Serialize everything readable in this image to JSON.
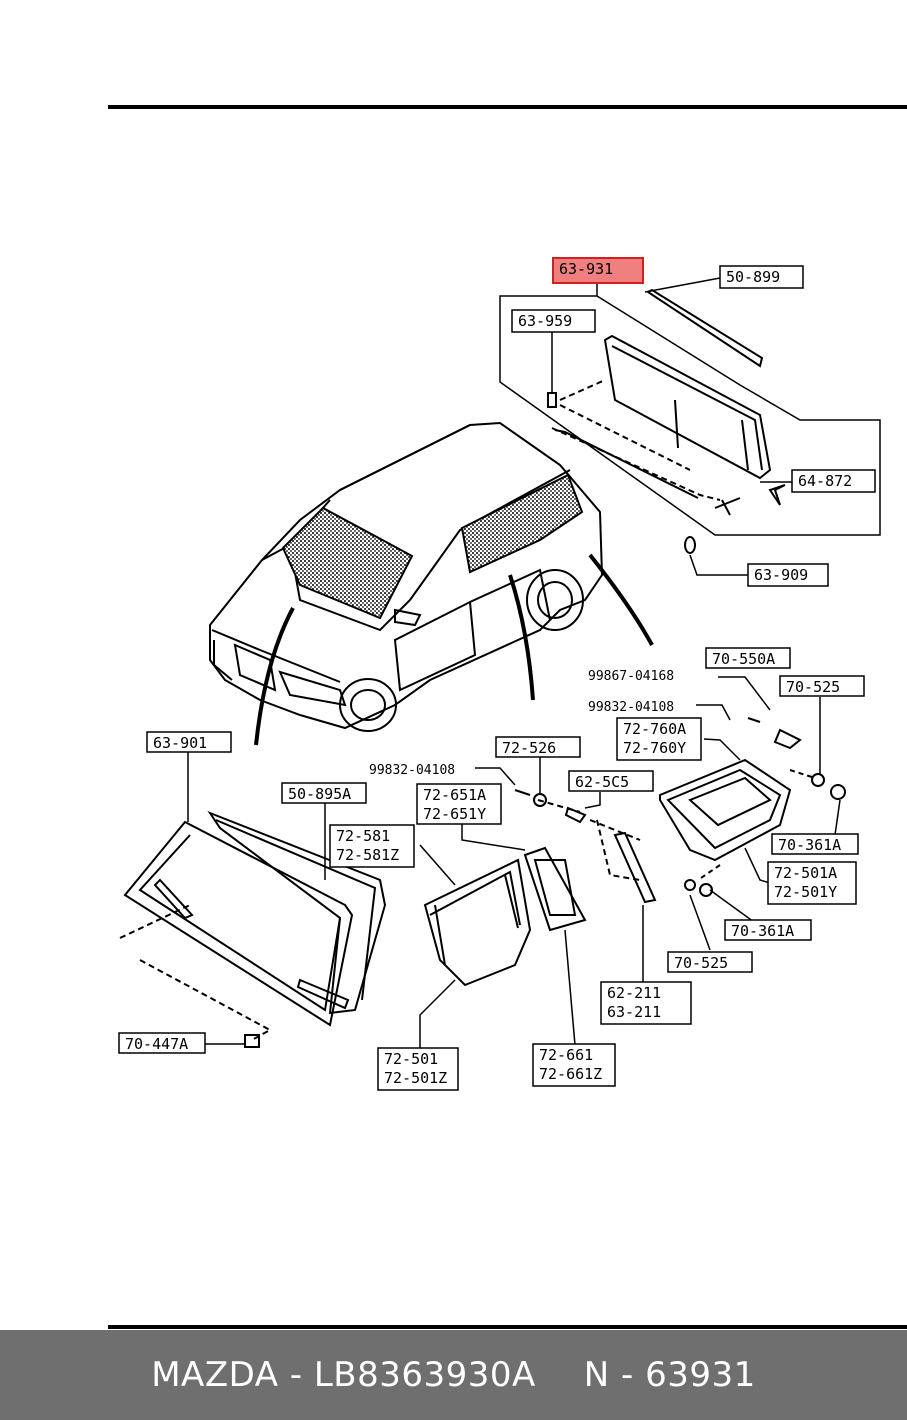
{
  "diagram": {
    "highlight_color": "#f08080",
    "part_labels": [
      {
        "id": "p63931",
        "lines": [
          "63-931"
        ],
        "highlighted": true
      },
      {
        "id": "p50899",
        "lines": [
          "50-899"
        ]
      },
      {
        "id": "p63959",
        "lines": [
          "63-959"
        ]
      },
      {
        "id": "p64872",
        "lines": [
          "64-872"
        ]
      },
      {
        "id": "p63909",
        "lines": [
          "63-909"
        ]
      },
      {
        "id": "p70550A",
        "lines": [
          "70-550A"
        ]
      },
      {
        "id": "p70525a",
        "lines": [
          "70-525"
        ]
      },
      {
        "id": "p72760",
        "lines": [
          "72-760A",
          "72-760Y"
        ]
      },
      {
        "id": "p72526",
        "lines": [
          "72-526"
        ]
      },
      {
        "id": "p625C5",
        "lines": [
          "62-5C5"
        ]
      },
      {
        "id": "p72651",
        "lines": [
          "72-651A",
          "72-651Y"
        ]
      },
      {
        "id": "p63901",
        "lines": [
          "63-901"
        ]
      },
      {
        "id": "p50895A",
        "lines": [
          "50-895A"
        ]
      },
      {
        "id": "p72581",
        "lines": [
          "72-581",
          "72-581Z"
        ]
      },
      {
        "id": "p70361Aa",
        "lines": [
          "70-361A"
        ]
      },
      {
        "id": "p72501A",
        "lines": [
          "72-501A",
          "72-501Y"
        ]
      },
      {
        "id": "p70361Ab",
        "lines": [
          "70-361A"
        ]
      },
      {
        "id": "p70525b",
        "lines": [
          "70-525"
        ]
      },
      {
        "id": "p62211",
        "lines": [
          "62-211",
          "63-211"
        ]
      },
      {
        "id": "p70447A",
        "lines": [
          "70-447A"
        ]
      },
      {
        "id": "p72501",
        "lines": [
          "72-501",
          "72-501Z"
        ]
      },
      {
        "id": "p72661",
        "lines": [
          "72-661",
          "72-661Z"
        ]
      }
    ],
    "plain_labels": [
      {
        "id": "b9986704168",
        "text": "99867-04168"
      },
      {
        "id": "b9983204108a",
        "text": "99832-04108"
      },
      {
        "id": "b9983204108b",
        "text": "99832-04108"
      }
    ]
  },
  "footer": {
    "brand_code": "MAZDA - LB8363930A",
    "part_number": "N - 63931"
  }
}
